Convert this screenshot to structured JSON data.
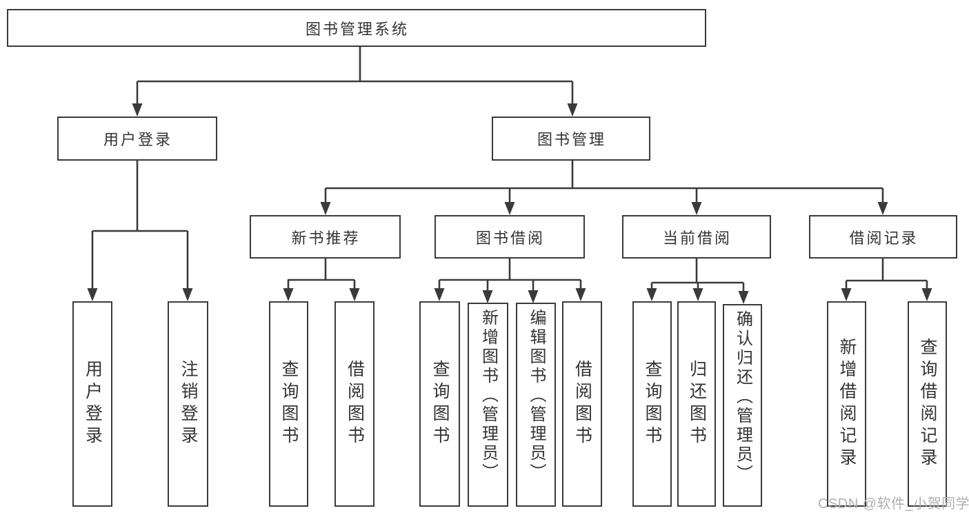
{
  "diagram": {
    "root": "图书管理系统",
    "branches": {
      "user_login": "用户登录",
      "book_mgmt": "图书管理"
    },
    "modules": {
      "new_book": "新书推荐",
      "borrow": "图书借阅",
      "current": "当前借阅",
      "records": "借阅记录"
    },
    "leaves": {
      "user_login": "用户登录",
      "logout": "注销登录",
      "nb_query": "查询图书",
      "nb_borrow": "借阅图书",
      "bb_query": "查询图书",
      "bb_add": "新增图书（管理员）",
      "bb_edit": "编辑图书（管理员）",
      "bb_borrow": "借阅图书",
      "cb_query": "查询图书",
      "cb_return": "归还图书",
      "cb_confirm": "确认归还（管理员）",
      "br_add": "新增借阅记录",
      "br_query": "查询借阅记录"
    }
  },
  "watermark": "CSDN @软件_小贺同学",
  "colors": {
    "line": "#3a3a3a",
    "text": "#333333",
    "watermark": "#adb0b5",
    "background": "#ffffff"
  }
}
